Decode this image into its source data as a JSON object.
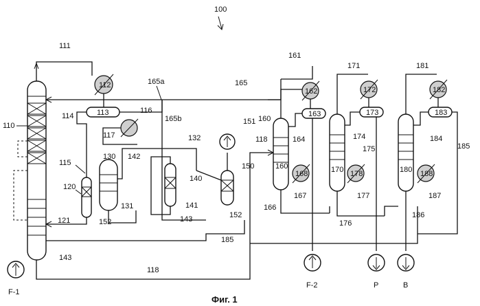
{
  "figure": {
    "ref_number": "100",
    "caption": "Фиг. 1"
  },
  "labels": {
    "l100": "100",
    "l110": "110",
    "l111": "111",
    "l112": "112",
    "l113": "113",
    "l114": "114",
    "l115": "115",
    "l116": "116",
    "l117": "117",
    "l118a": "118",
    "l118b": "118",
    "l120": "120",
    "l121": "121",
    "l130": "130",
    "l131": "131",
    "l132": "132",
    "l140": "140",
    "l141": "141",
    "l142": "142",
    "l143a": "143",
    "l143b": "143",
    "l150": "150",
    "l151": "151",
    "l152a": "152",
    "l152b": "152",
    "l160": "160",
    "l160b": "160",
    "l161": "161",
    "l162": "162",
    "l163": "163",
    "l164": "164",
    "l165": "165",
    "l165a": "165a",
    "l165b": "165b",
    "l166": "166",
    "l167": "167",
    "l168": "168",
    "l170": "170",
    "l171": "171",
    "l172": "172",
    "l173": "173",
    "l174": "174",
    "l175": "175",
    "l176": "176",
    "l177": "177",
    "l178": "178",
    "l180": "180",
    "l181": "181",
    "l182": "182",
    "l183": "183",
    "l184": "184",
    "l185a": "185",
    "l185b": "185",
    "l186": "186",
    "l187": "187",
    "l188": "188"
  },
  "streams": {
    "feed1": "F-1",
    "feed2": "F-2",
    "product": "P",
    "bottoms": "B"
  }
}
